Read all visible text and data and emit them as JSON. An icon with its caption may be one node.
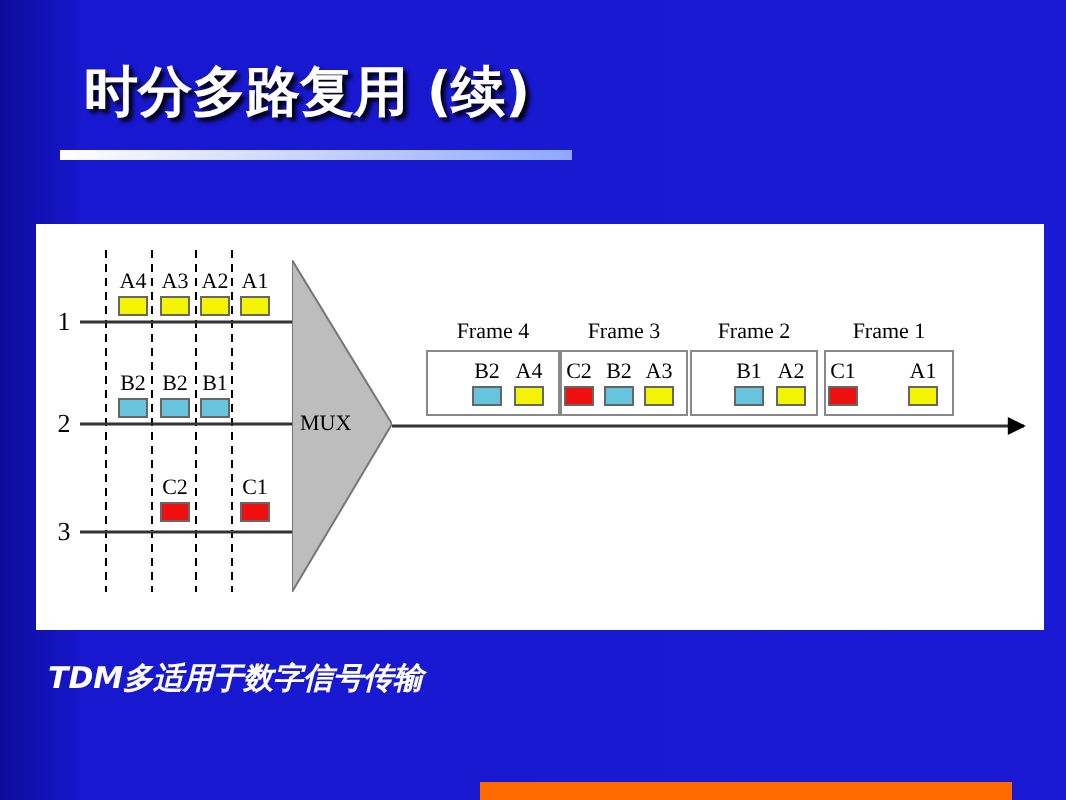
{
  "diagram": {
    "title": "时分多路复用 (续)",
    "caption": "TDM多适用于数字信号传输",
    "nodes": [
      {
        "text": [
          "A4"
        ]
      },
      {
        "text": [
          "A3"
        ]
      },
      {
        "text": [
          "A2"
        ]
      },
      {
        "text": [
          "A1"
        ]
      },
      {
        "text": [
          "1"
        ]
      },
      {
        "text": [
          "B2"
        ]
      },
      {
        "text": [
          "B2"
        ]
      },
      {
        "text": [
          "B1"
        ]
      },
      {
        "text": [
          "2"
        ]
      },
      {
        "text": [
          "C2"
        ]
      },
      {
        "text": [
          "C1"
        ]
      },
      {
        "text": [
          "3"
        ]
      },
      {
        "text": [
          "MUX"
        ]
      },
      {
        "text": [
          "Frame 4"
        ]
      },
      {
        "text": [
          "B2"
        ],
        "in": 13
      },
      {
        "text": [
          "A4"
        ],
        "in": 13
      },
      {
        "text": [
          "Frame 3"
        ]
      },
      {
        "text": [
          "C2"
        ],
        "in": 16
      },
      {
        "text": [
          "B2"
        ],
        "in": 16
      },
      {
        "text": [
          "A3"
        ],
        "in": 16
      },
      {
        "text": [
          "Frame 2"
        ]
      },
      {
        "text": [
          "B1"
        ],
        "in": 20
      },
      {
        "text": [
          "A2"
        ],
        "in": 20
      },
      {
        "text": [
          "Frame 1"
        ]
      },
      {
        "text": [
          "C1"
        ],
        "in": 23
      },
      {
        "text": [
          "A1"
        ],
        "in": 23
      }
    ],
    "edges": [
      {
        "from": 4,
        "to": 12,
        "arrow": "none"
      },
      {
        "from": 8,
        "to": 12,
        "arrow": "none"
      },
      {
        "from": 11,
        "to": 12,
        "arrow": "none"
      },
      {
        "from": 12,
        "to": null,
        "arrow": "to"
      }
    ]
  }
}
